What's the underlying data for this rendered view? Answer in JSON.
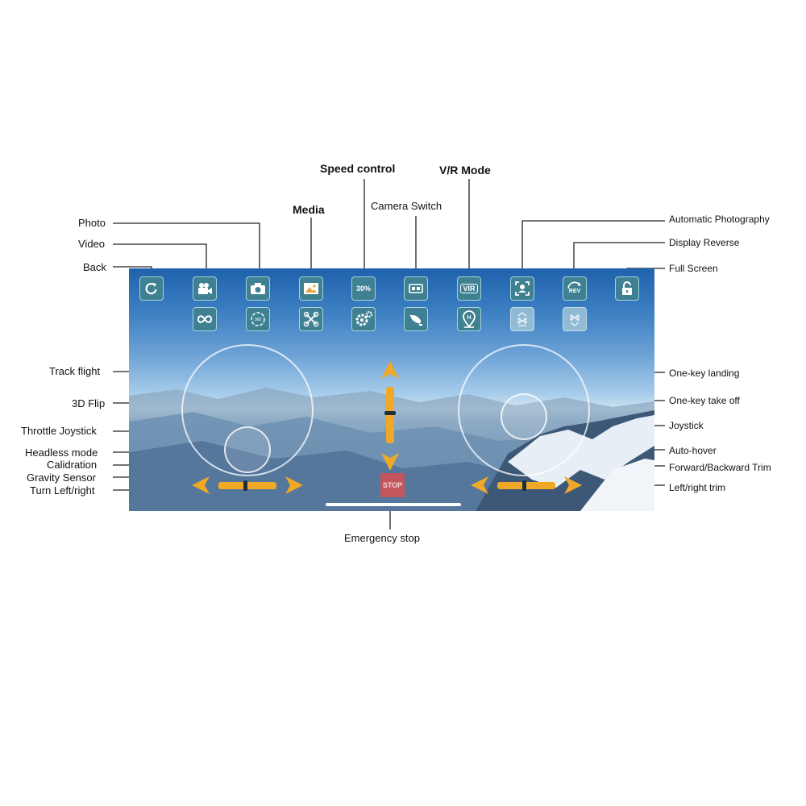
{
  "labels": {
    "photo": "Photo",
    "video": "Video",
    "back": "Back",
    "media": "Media",
    "speed_control": "Speed control",
    "camera_switch": "Camera Switch",
    "vr_mode": "V/R Mode",
    "automatic_photography": "Automatic Photography",
    "display_reverse": "Display Reverse",
    "full_screen": "Full Screen",
    "track_flight": "Track flight",
    "flip_3d": "3D Flip",
    "throttle_joystick": "Throttle Joystick",
    "headless_mode": "Headless mode",
    "calibration": "Calidration",
    "gravity_sensor": "Gravity Sensor",
    "turn_left_right": "Turn Left/right",
    "one_key_landing": "One-key landing",
    "one_key_take_off": "One-key take off",
    "joystick": "Joystick",
    "auto_hover": "Auto-hover",
    "forward_backward_trim": "Forward/Backward Trim",
    "left_right_trim": "Left/right trim",
    "emergency_stop": "Emergency stop"
  },
  "buttons": {
    "speed_value": "30%",
    "vr_text": "VIR",
    "rev_text": "REV",
    "stop_text": "STOP"
  },
  "icons": [
    "refresh-icon",
    "video-camera-icon",
    "camera-icon",
    "picture-icon",
    "speed-icon",
    "camera-switch-icon",
    "vr-icon",
    "auto-photo-icon",
    "reverse-icon",
    "lock-icon",
    "track-icon",
    "flip-icon",
    "headless-icon",
    "gear-icon",
    "gravity-icon",
    "hover-icon",
    "takeoff-icon",
    "landing-icon"
  ],
  "colors": {
    "button": "#3f8192",
    "button_border": "#a8d2dc",
    "trim_orange": "#f0a927",
    "stop_red": "#c3565c"
  }
}
